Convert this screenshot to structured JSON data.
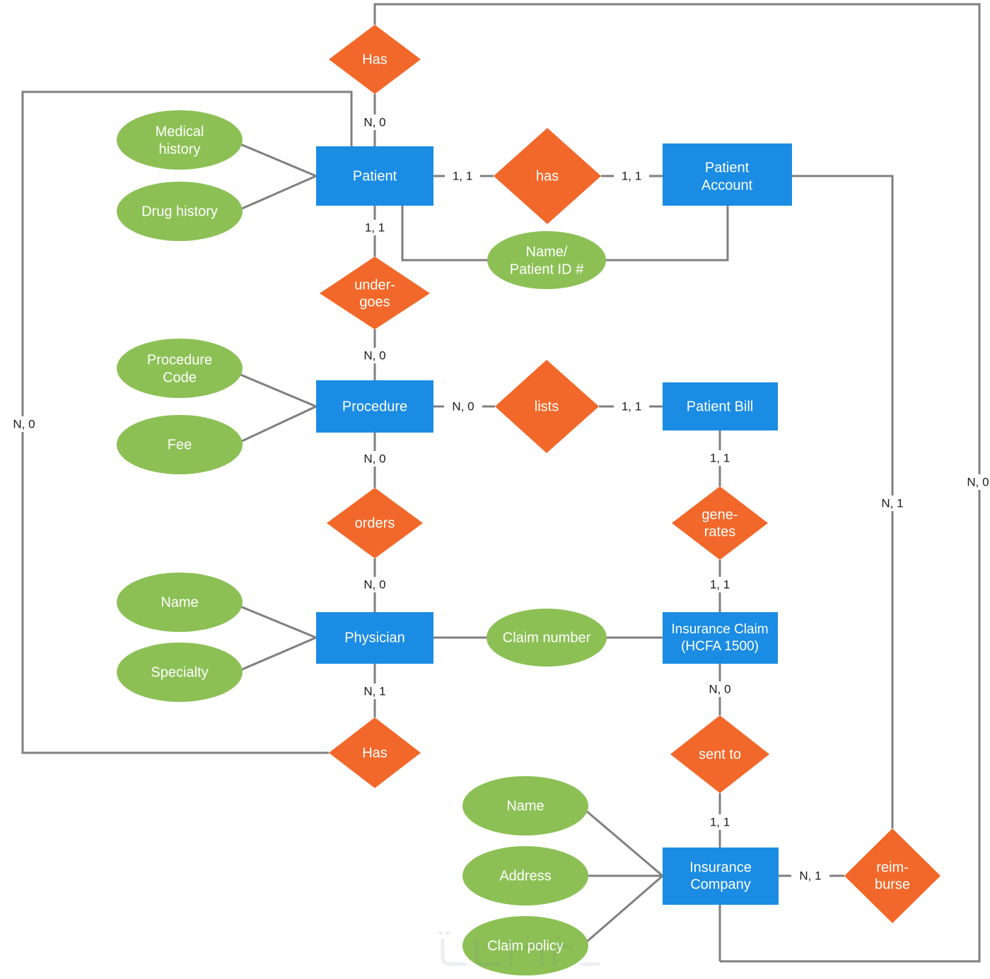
{
  "diagram": {
    "title": "Hospital Billing ER Diagram",
    "type": "entity-relationship",
    "colors": {
      "entity": "#1b8ce3",
      "relationship": "#f2682a",
      "attribute": "#8cc055",
      "edge": "#7f7f7f",
      "label_text": "#1a1a1a",
      "shape_text": "#ffffff",
      "background": "#ffffff"
    },
    "entities": [
      {
        "id": "patient",
        "label": "Patient",
        "line1": "Patient",
        "line2": ""
      },
      {
        "id": "patient_account",
        "label": "Patient Account",
        "line1": "Patient",
        "line2": "Account"
      },
      {
        "id": "procedure",
        "label": "Procedure",
        "line1": "Procedure",
        "line2": ""
      },
      {
        "id": "patient_bill",
        "label": "Patient Bill",
        "line1": "Patient Bill",
        "line2": ""
      },
      {
        "id": "physician",
        "label": "Physician",
        "line1": "Physician",
        "line2": ""
      },
      {
        "id": "insurance_claim",
        "label": "Insurance Claim (HCFA 1500)",
        "line1": "Insurance Claim",
        "line2": "(HCFA 1500)"
      },
      {
        "id": "insurance_company",
        "label": "Insurance Company",
        "line1": "Insurance",
        "line2": "Company"
      }
    ],
    "relationships": [
      {
        "id": "has_top",
        "label": "Has",
        "line1": "Has",
        "line2": ""
      },
      {
        "id": "has_small",
        "label": "has",
        "line1": "has",
        "line2": ""
      },
      {
        "id": "undergoes",
        "label": "undergoes",
        "line1": "under-",
        "line2": "goes"
      },
      {
        "id": "lists",
        "label": "lists",
        "line1": "lists",
        "line2": ""
      },
      {
        "id": "orders",
        "label": "orders",
        "line1": "orders",
        "line2": ""
      },
      {
        "id": "generates",
        "label": "generates",
        "line1": "gene-",
        "line2": "rates"
      },
      {
        "id": "has_bottom",
        "label": "Has",
        "line1": "Has",
        "line2": ""
      },
      {
        "id": "sent_to",
        "label": "sent to",
        "line1": "sent to",
        "line2": ""
      },
      {
        "id": "reimburse",
        "label": "reimburse",
        "line1": "reim-",
        "line2": "burse"
      }
    ],
    "attributes": [
      {
        "id": "medical_history",
        "label": "Medical history",
        "line1": "Medical",
        "line2": "history",
        "owner": "patient"
      },
      {
        "id": "drug_history",
        "label": "Drug history",
        "line1": "Drug history",
        "line2": "",
        "owner": "patient"
      },
      {
        "id": "name_patient_id",
        "label": "Name/Patient ID #",
        "line1": "Name/",
        "line2": "Patient ID #",
        "owner": "patient-account"
      },
      {
        "id": "procedure_code",
        "label": "Procedure Code",
        "line1": "Procedure",
        "line2": "Code",
        "owner": "procedure"
      },
      {
        "id": "fee",
        "label": "Fee",
        "line1": "Fee",
        "line2": "",
        "owner": "procedure"
      },
      {
        "id": "physician_name",
        "label": "Name",
        "line1": "Name",
        "line2": "",
        "owner": "physician"
      },
      {
        "id": "specialty",
        "label": "Specialty",
        "line1": "Specialty",
        "line2": "",
        "owner": "physician"
      },
      {
        "id": "claim_number",
        "label": "Claim number",
        "line1": "Claim number",
        "line2": "",
        "owner": "insurance-claim"
      },
      {
        "id": "company_name",
        "label": "Name",
        "line1": "Name",
        "line2": "",
        "owner": "insurance-company"
      },
      {
        "id": "company_address",
        "label": "Address",
        "line1": "Address",
        "line2": "",
        "owner": "insurance-company"
      },
      {
        "id": "claim_policy",
        "label": "Claim policy",
        "line1": "Claim policy",
        "line2": "",
        "owner": "insurance-company"
      }
    ],
    "cardinalities": [
      {
        "id": "c_has_top_patient",
        "text": "N, 0"
      },
      {
        "id": "c_patient_has",
        "text": "1, 1"
      },
      {
        "id": "c_has_patient_account",
        "text": "1, 1"
      },
      {
        "id": "c_patient_undergoes",
        "text": "1, 1"
      },
      {
        "id": "c_undergoes_procedure",
        "text": "N, 0"
      },
      {
        "id": "c_procedure_lists",
        "text": "N, 0"
      },
      {
        "id": "c_lists_patient_bill",
        "text": "1, 1"
      },
      {
        "id": "c_patient_bill_generates",
        "text": "1, 1"
      },
      {
        "id": "c_generates_insurance_claim",
        "text": "1, 1"
      },
      {
        "id": "c_procedure_orders",
        "text": "N, 0"
      },
      {
        "id": "c_orders_physician",
        "text": "N, 0"
      },
      {
        "id": "c_physician_has_bottom",
        "text": "N, 1"
      },
      {
        "id": "c_insurance_claim_sent_to",
        "text": "N, 0"
      },
      {
        "id": "c_sent_to_insurance_company",
        "text": "1, 1"
      },
      {
        "id": "c_insurance_company_reimburse",
        "text": "N, 1"
      },
      {
        "id": "c_left_loop",
        "text": "N, 0"
      },
      {
        "id": "c_reimburse_loop",
        "text": "N, 1"
      },
      {
        "id": "c_far_right_loop",
        "text": "N, 0"
      }
    ]
  }
}
